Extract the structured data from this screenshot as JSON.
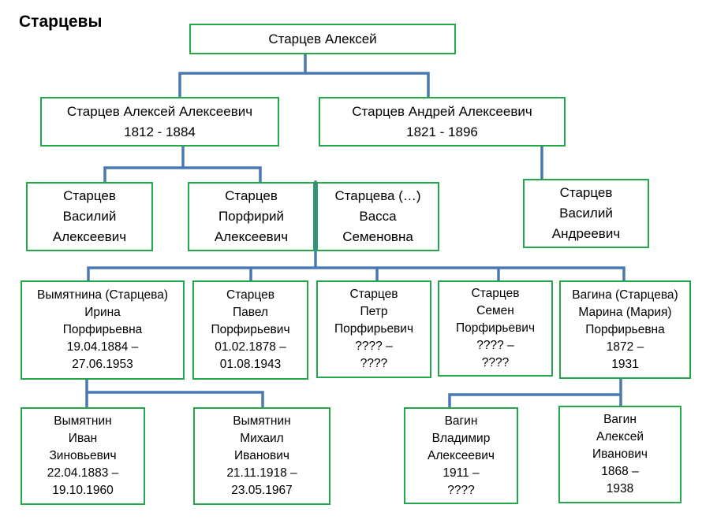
{
  "title": "Старцевы",
  "colors": {
    "box_border": "#22a84a",
    "connector": "#4a78b4"
  },
  "nodes": {
    "root": {
      "lines": [
        "Старцев Алексей"
      ]
    },
    "alexey": {
      "lines": [
        "Старцев Алексей Алексеевич",
        "1812 - 1884"
      ]
    },
    "andrey": {
      "lines": [
        "Старцев Андрей Алексеевич",
        "1821 - 1896"
      ]
    },
    "vasily_a": {
      "lines": [
        "Старцев",
        "Василий",
        "Алексеевич"
      ]
    },
    "porfiry": {
      "lines": [
        "Старцев",
        "Порфирий",
        "Алексеевич"
      ]
    },
    "vassa": {
      "lines": [
        "Старцева (…)",
        "Васса",
        "Семеновна"
      ]
    },
    "vasily_an": {
      "lines": [
        "Старцев",
        "Василий",
        "Андреевич"
      ]
    },
    "irina": {
      "lines": [
        "Вымятнина (Старцева)",
        "Ирина",
        "Порфирьевна",
        "19.04.1884 –",
        "27.06.1953"
      ]
    },
    "pavel": {
      "lines": [
        "Старцев",
        "Павел",
        "Порфирьевич",
        "01.02.1878 –",
        "01.08.1943"
      ]
    },
    "petr": {
      "lines": [
        "Старцев",
        "Петр",
        "Порфирьевич",
        "???? –",
        "????"
      ]
    },
    "semen": {
      "lines": [
        "Старцев",
        "Семен",
        "Порфирьевич",
        "???? –",
        "????"
      ]
    },
    "maria": {
      "lines": [
        "Вагина (Старцева)",
        "Марина  (Мария)",
        "Порфирьевна",
        "1872 –",
        "1931"
      ]
    },
    "ivan": {
      "lines": [
        "Вымятнин",
        "Иван",
        "Зиновьевич",
        "22.04.1883 –",
        "19.10.1960"
      ]
    },
    "mikhail": {
      "lines": [
        "Вымятнин",
        "Михаил",
        "Иванович",
        "21.11.1918 –",
        "23.05.1967"
      ]
    },
    "vladimir": {
      "lines": [
        "Вагин",
        "Владимир",
        "Алексеевич",
        "1911 –",
        "????"
      ]
    },
    "alexey_i": {
      "lines": [
        "Вагин",
        "Алексей",
        "Иванович",
        "1868 –",
        "1938"
      ]
    }
  }
}
